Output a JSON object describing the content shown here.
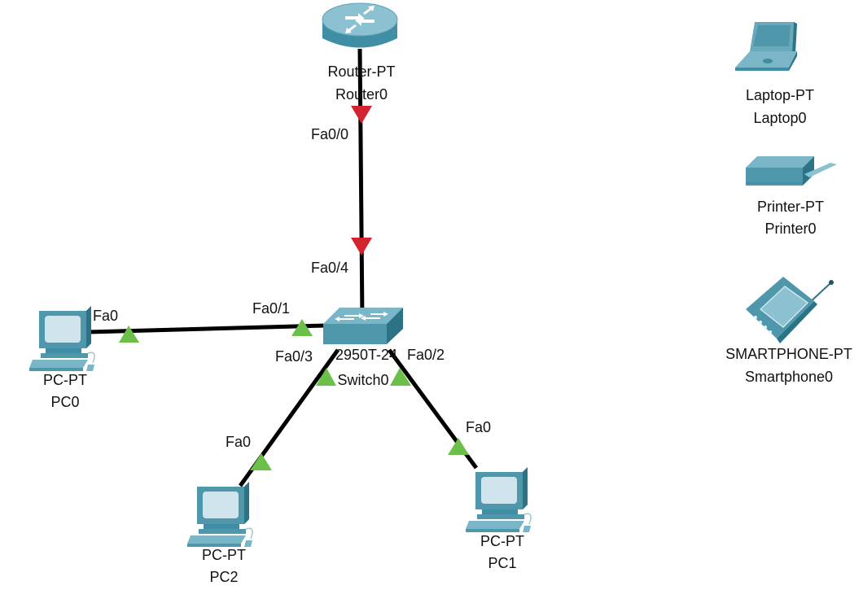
{
  "devices": [
    {
      "id": "router0",
      "type_label": "Router-PT",
      "name": "Router0",
      "kind": "router"
    },
    {
      "id": "switch0",
      "type_label": "2950T-24",
      "name": "Switch0",
      "kind": "switch"
    },
    {
      "id": "pc0",
      "type_label": "PC-PT",
      "name": "PC0",
      "kind": "pc"
    },
    {
      "id": "pc1",
      "type_label": "PC-PT",
      "name": "PC1",
      "kind": "pc"
    },
    {
      "id": "pc2",
      "type_label": "PC-PT",
      "name": "PC2",
      "kind": "pc"
    },
    {
      "id": "laptop0",
      "type_label": "Laptop-PT",
      "name": "Laptop0",
      "kind": "laptop"
    },
    {
      "id": "printer0",
      "type_label": "Printer-PT",
      "name": "Printer0",
      "kind": "printer"
    },
    {
      "id": "smartphone0",
      "type_label": "SMARTPHONE-PT",
      "name": "Smartphone0",
      "kind": "smartphone"
    }
  ],
  "links": [
    {
      "from": "router0",
      "from_port": "Fa0/0",
      "to": "switch0",
      "to_port": "Fa0/4",
      "status": "down"
    },
    {
      "from": "pc0",
      "from_port": "Fa0",
      "to": "switch0",
      "to_port": "Fa0/1",
      "status": "up"
    },
    {
      "from": "pc2",
      "from_port": "Fa0",
      "to": "switch0",
      "to_port": "Fa0/3",
      "status": "up"
    },
    {
      "from": "pc1",
      "from_port": "Fa0",
      "to": "switch0",
      "to_port": "Fa0/2",
      "status": "up"
    }
  ],
  "colors": {
    "link_up": "#6cc04a",
    "link_down": "#d2232f",
    "cable": "#000000",
    "device_body": "#4f98ac",
    "device_dark": "#2d7386",
    "device_light": "#8fc3d2"
  }
}
